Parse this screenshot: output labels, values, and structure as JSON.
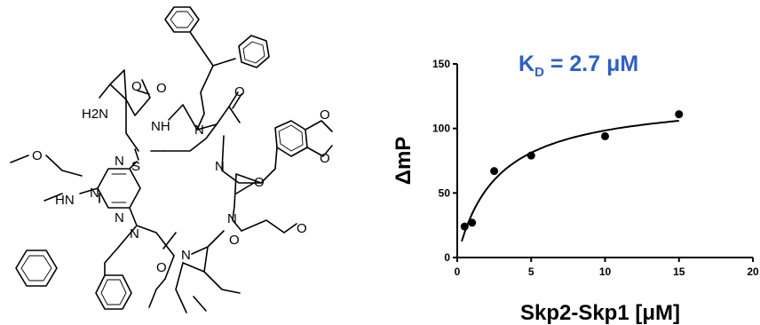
{
  "molecule": {
    "atoms": {
      "methoxy_o_left": "O",
      "amide_nh2": "H2N",
      "amide_o": "O",
      "nh_top": "NH",
      "carbonyl_o_top": "O",
      "n_top_right": "N",
      "carbonyl_o_right_top": "O",
      "sulfur": "S",
      "n_mid_right": "N",
      "triazine_n_top": "N",
      "triazine_n_left": "N",
      "triazine_n_bottom": "N",
      "hn_left": "HN",
      "benzodioxole_o_top": "O",
      "benzodioxole_o_bottom": "O",
      "carbonyl_o_right_mid": "O",
      "n_right_lower": "N",
      "methoxy_o_right": "O",
      "n_bottom_left": "N",
      "carbonyl_o_bottom": "O",
      "n_bottom_mid": "N",
      "carbonyl_o_bottom_right": "O"
    }
  },
  "chart_data": {
    "type": "scatter",
    "annotation": {
      "text": "K",
      "subscript": "D",
      "rest": " = 2.7 μM",
      "color": "#2e5fc7"
    },
    "xlabel": "Skp2-Skp1 [μM]",
    "ylabel": "ΔmP",
    "xlim": [
      0,
      20
    ],
    "ylim": [
      0,
      150
    ],
    "xticks": [
      0,
      5,
      10,
      15,
      20
    ],
    "yticks": [
      0,
      50,
      100,
      150
    ],
    "grid": false,
    "points": [
      {
        "x": 0.5,
        "y": 24
      },
      {
        "x": 1.0,
        "y": 27
      },
      {
        "x": 2.5,
        "y": 67
      },
      {
        "x": 5.0,
        "y": 79
      },
      {
        "x": 10.0,
        "y": 94
      },
      {
        "x": 15.0,
        "y": 111
      }
    ],
    "fit": {
      "model": "one-site binding",
      "bmax": 125,
      "kd": 2.7
    }
  }
}
